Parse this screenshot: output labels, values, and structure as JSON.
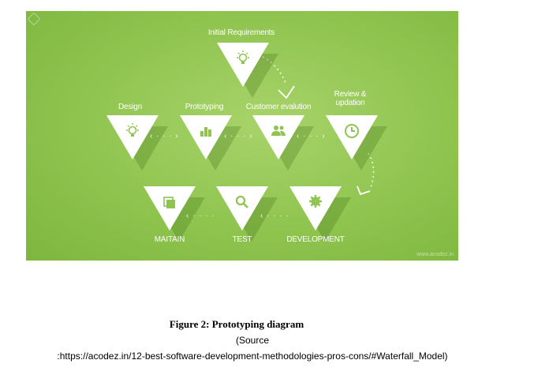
{
  "diagram": {
    "nodes": [
      {
        "id": "initial",
        "label": "Initial Requirements",
        "icon": "lightbulb-icon"
      },
      {
        "id": "design",
        "label": "Design",
        "icon": "lightbulb-icon"
      },
      {
        "id": "prototyping",
        "label": "Prototyping",
        "icon": "bar-chart-icon"
      },
      {
        "id": "customer",
        "label": "Customer evalution",
        "icon": "users-icon"
      },
      {
        "id": "review",
        "label": "Review &\nupdation",
        "icon": "clock-icon"
      },
      {
        "id": "maintain",
        "label": "MAITAIN",
        "icon": "windows-stack-icon"
      },
      {
        "id": "test",
        "label": "TEST",
        "icon": "search-icon"
      },
      {
        "id": "development",
        "label": "DEVELOPMENT",
        "icon": "gear-icon"
      }
    ],
    "watermark": "www.acodez.in",
    "colors": {
      "background": "#8fc44f",
      "triangle": "#ffffff",
      "icon": "#8fc44f"
    }
  },
  "caption": {
    "title": "Figure 2: Prototyping diagram",
    "source_open": "(Source",
    "source_url": ":https://acodez.in/12-best-software-development-methodologies-pros-cons/#Waterfall_Model)"
  }
}
